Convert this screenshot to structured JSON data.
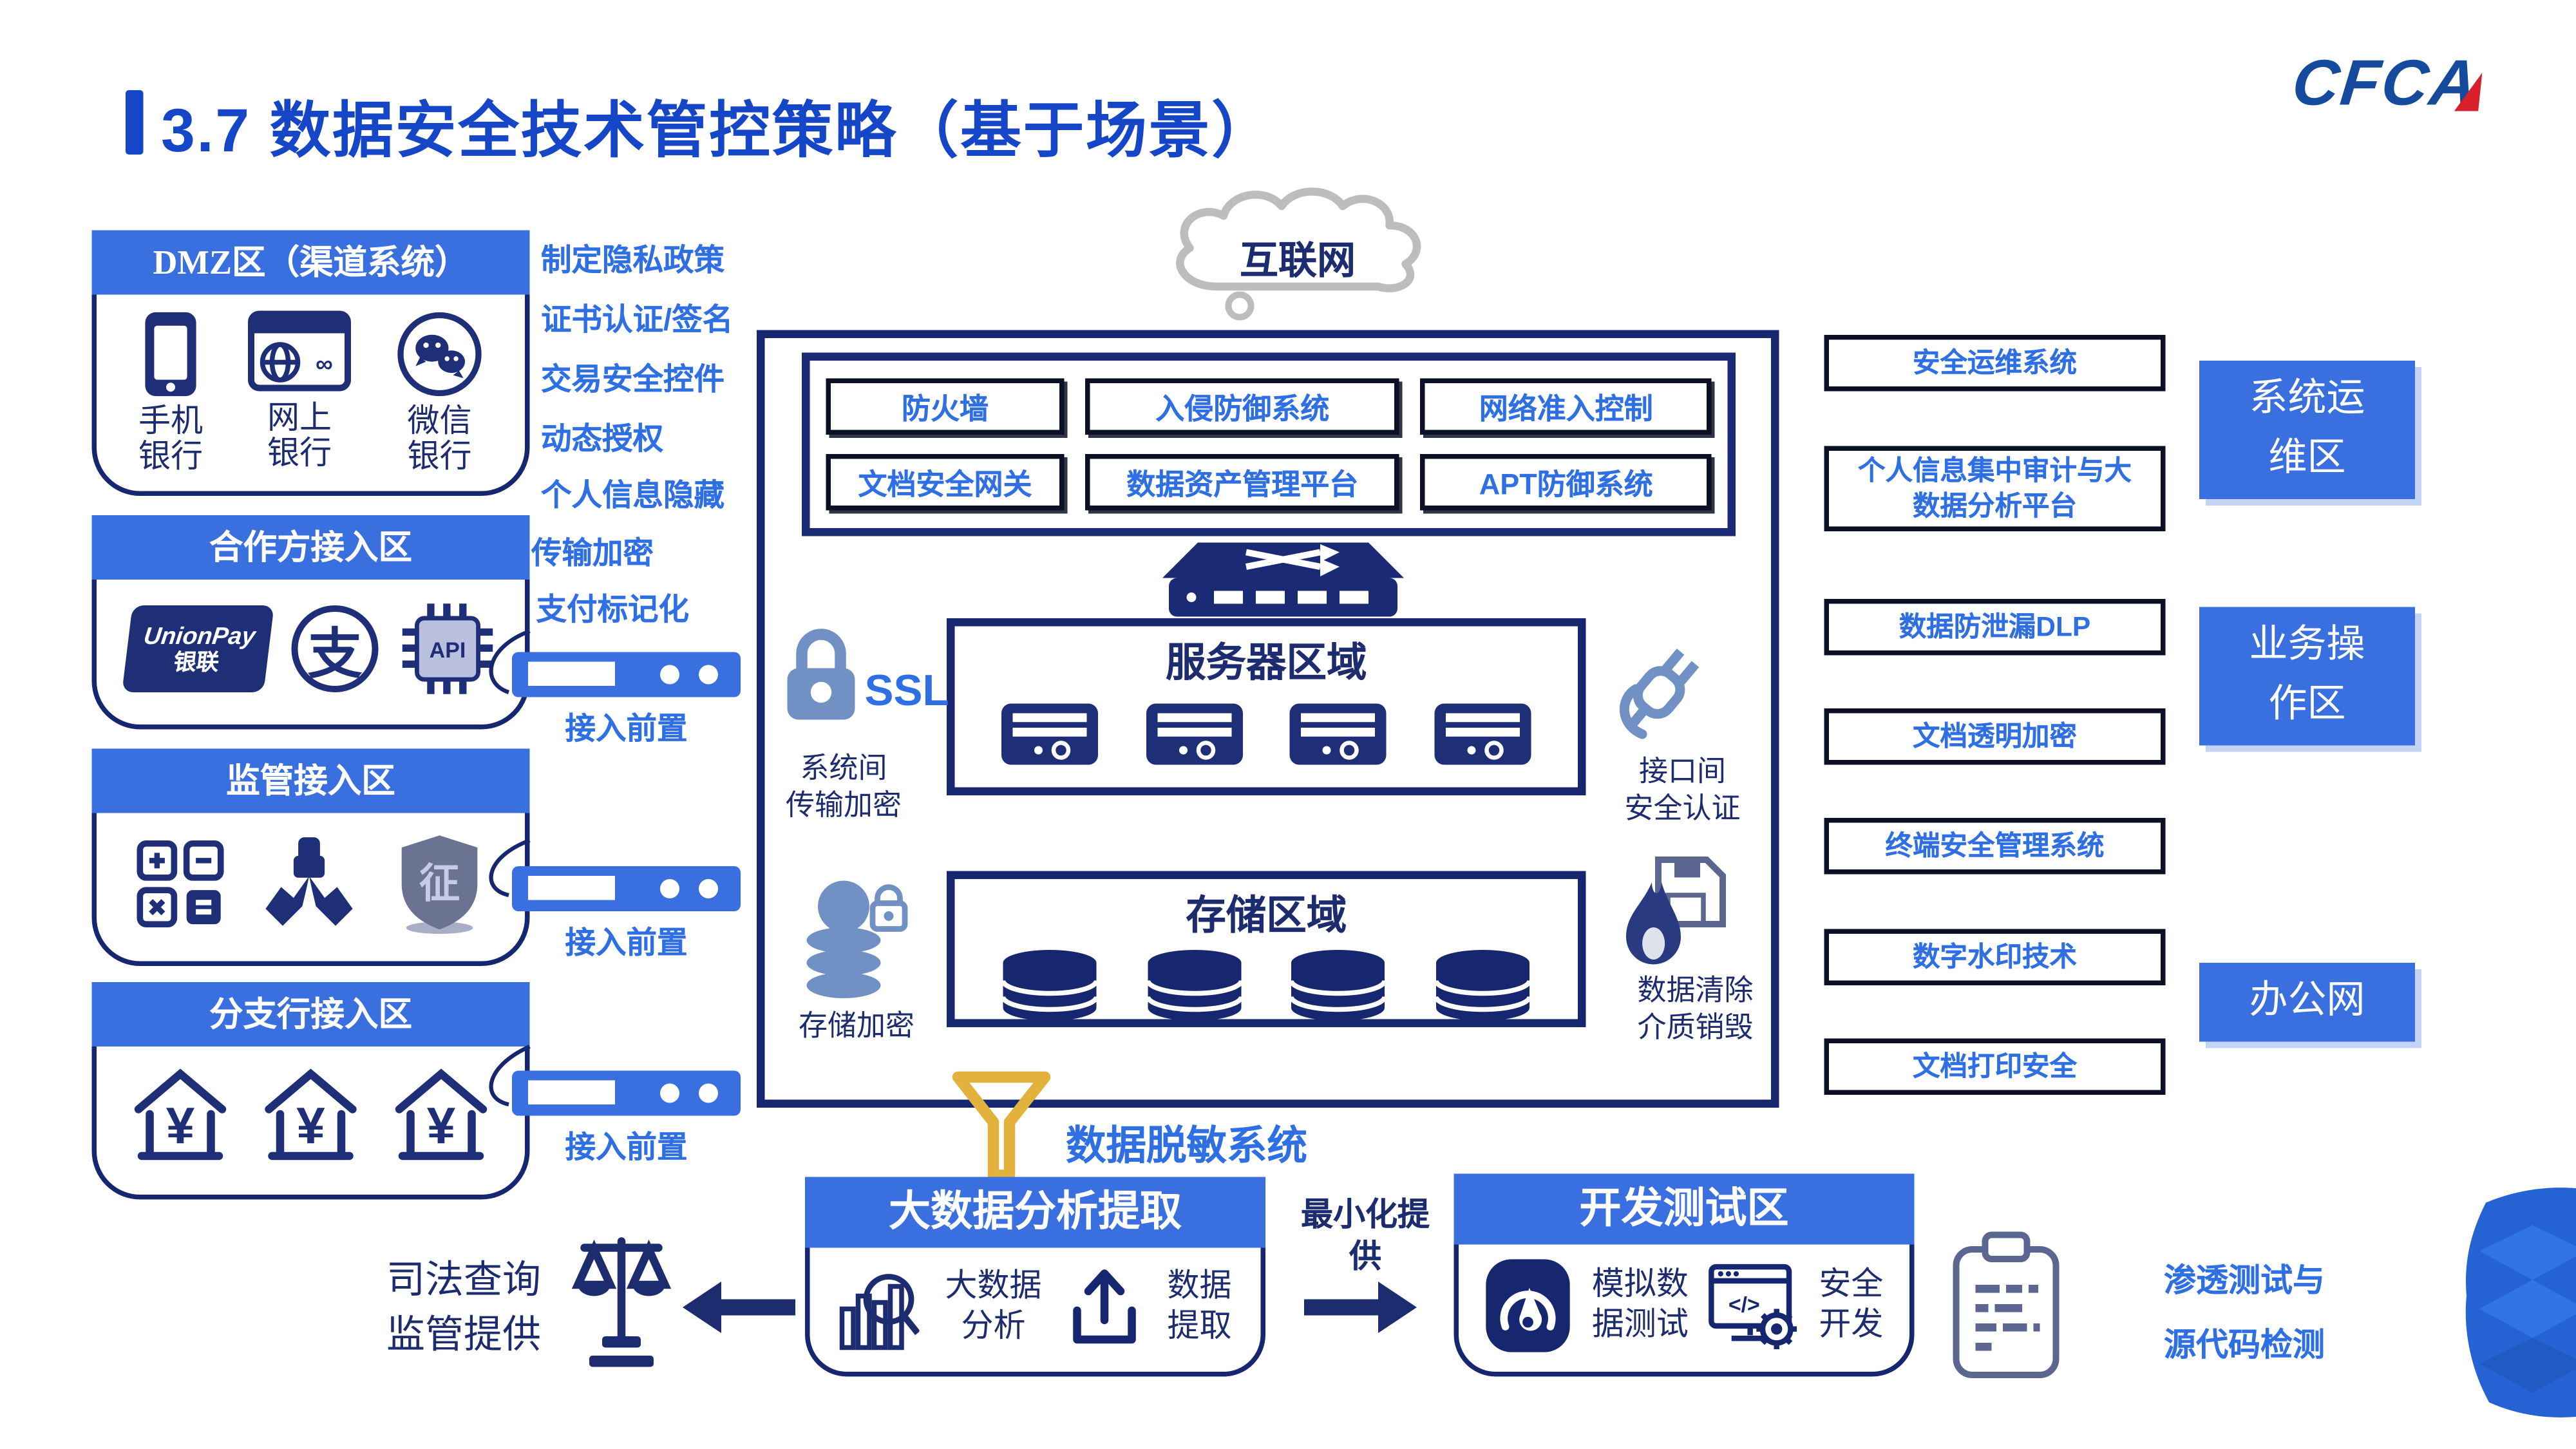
{
  "header": {
    "title": "3.7 数据安全技术管控策略（基于场景）",
    "logo_text": "CFCA"
  },
  "cloud_label": "互联网",
  "left_zones": {
    "dmz": {
      "title": "DMZ区（渠道系统）",
      "items": [
        {
          "label": "手机\n银行"
        },
        {
          "label": "网上\n银行"
        },
        {
          "label": "微信\n银行"
        }
      ]
    },
    "partner": {
      "title": "合作方接入区",
      "unionpay_line1": "UnionPay",
      "unionpay_line2": "银联",
      "alipay_char": "支",
      "api_label": "API"
    },
    "regulator": {
      "title": "监管接入区",
      "shield_char": "征"
    },
    "branch": {
      "title": "分支行接入区",
      "yuan_symbol": "¥"
    }
  },
  "left_measures": [
    "制定隐私政策",
    "证书认证/签名",
    "交易安全控件",
    "动态授权",
    "个人信息隐藏",
    "传输加密",
    "支付标记化"
  ],
  "front_end_label": "接入前置",
  "core": {
    "security_grid": [
      "防火墙",
      "入侵防御系统",
      "网络准入控制",
      "文档安全网关",
      "数据资产管理平台",
      "APT防御系统"
    ],
    "server_zone_title": "服务器区域",
    "storage_zone_title": "存储区域",
    "ssl_label": "SSL",
    "ssl_note": "系统间\n传输加密",
    "api_note": "接口间\n安全认证",
    "storage_note": "存储加密",
    "erase_note": "数据清除\n介质销毁",
    "masking_label": "数据脱敏系统"
  },
  "right_panel": {
    "boxes": [
      "安全运维系统",
      "个人信息集中审计与大\n数据分析平台",
      "数据防泄漏DLP",
      "文档透明加密",
      "终端安全管理系统",
      "数字水印技术",
      "文档打印安全"
    ],
    "labels": [
      "系统运\n维区",
      "业务操\n作区",
      "办公网"
    ]
  },
  "bottom": {
    "judicial_note": "司法查询\n监管提供",
    "bigdata": {
      "title": "大数据分析提取",
      "item1": "大数据\n分析",
      "item2": "数据\n提取"
    },
    "min_provide": "最小化提\n供",
    "dev": {
      "title": "开发测试区",
      "item1": "模拟数\n据测试",
      "item2": "安全\n开发"
    },
    "pentest_note": "渗透测试与\n源代码检测"
  },
  "colors": {
    "header_blue": "#3a6fe0",
    "text_blue": "#2f6fe4",
    "navy": "#1c2c6e",
    "border_navy": "#16276f",
    "title_blue": "#1646c8",
    "steel_blue": "#7191c4",
    "funnel_gold": "#e3b23c",
    "logo_red": "#d8202a"
  }
}
